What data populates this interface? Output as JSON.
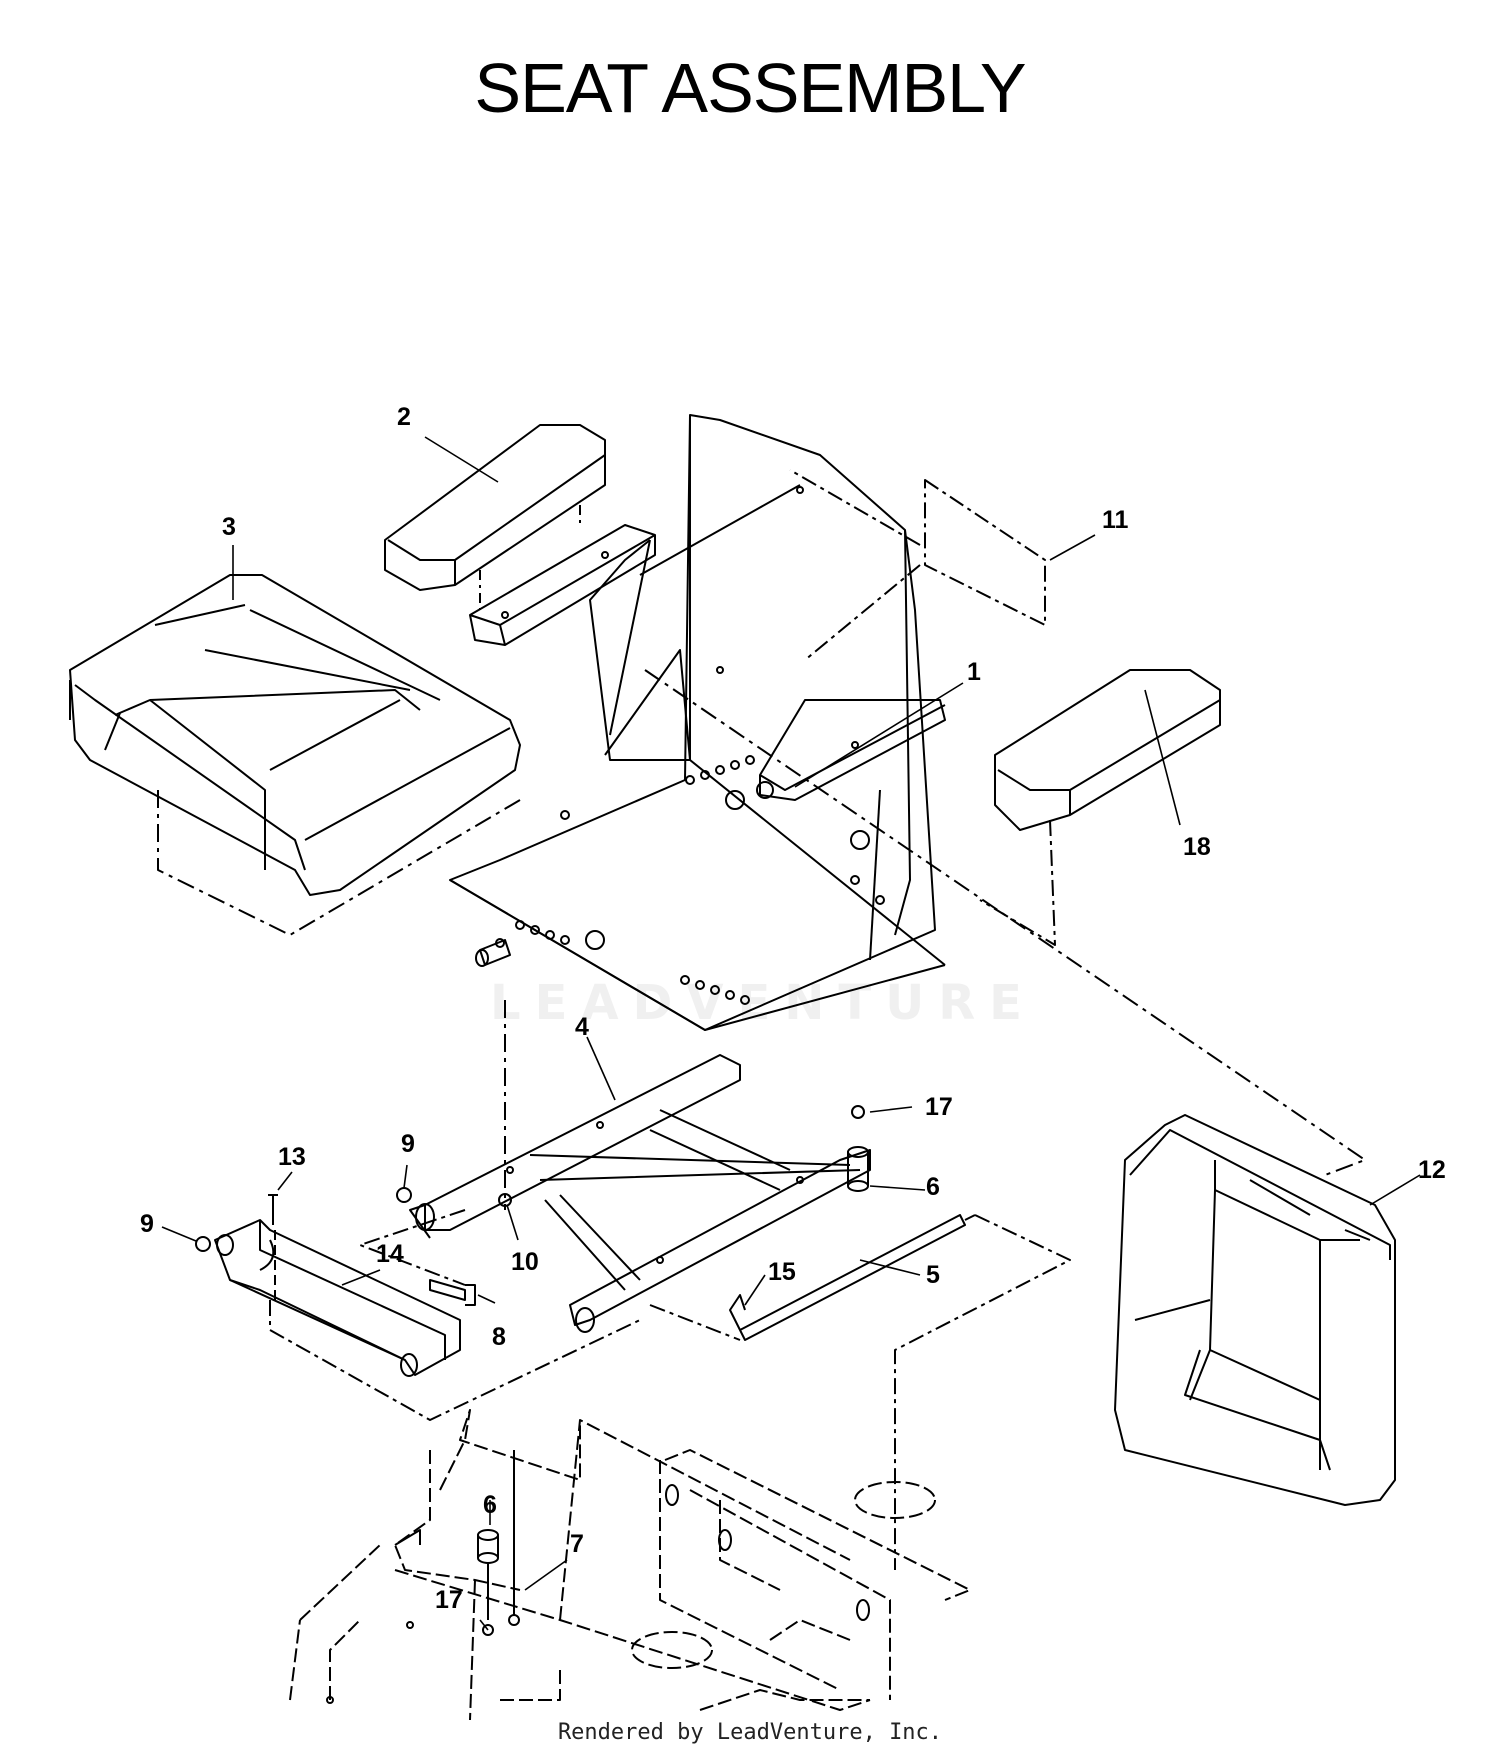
{
  "title": "SEAT ASSEMBLY",
  "footer": "Rendered by LeadVenture, Inc.",
  "watermark": "LEADVENTURE",
  "callouts": [
    {
      "id": "1",
      "label": "1"
    },
    {
      "id": "2",
      "label": "2"
    },
    {
      "id": "3",
      "label": "3"
    },
    {
      "id": "4",
      "label": "4"
    },
    {
      "id": "5",
      "label": "5"
    },
    {
      "id": "6a",
      "label": "6"
    },
    {
      "id": "6b",
      "label": "6"
    },
    {
      "id": "7",
      "label": "7"
    },
    {
      "id": "8",
      "label": "8"
    },
    {
      "id": "9a",
      "label": "9"
    },
    {
      "id": "9b",
      "label": "9"
    },
    {
      "id": "10",
      "label": "10"
    },
    {
      "id": "11",
      "label": "11"
    },
    {
      "id": "12",
      "label": "12"
    },
    {
      "id": "13",
      "label": "13"
    },
    {
      "id": "14",
      "label": "14"
    },
    {
      "id": "15",
      "label": "15"
    },
    {
      "id": "17a",
      "label": "17"
    },
    {
      "id": "17b",
      "label": "17"
    },
    {
      "id": "18",
      "label": "18"
    }
  ]
}
